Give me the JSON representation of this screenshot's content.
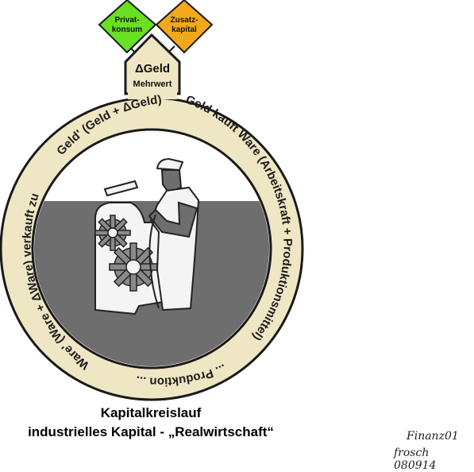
{
  "diagram": {
    "private_consumption": [
      "Privat-",
      "konsum"
    ],
    "additional_capital": [
      "Zusatz-",
      "kapital"
    ],
    "gate": {
      "line1": "ΔGeld",
      "line2": "Mehrwert"
    },
    "ring_text": {
      "top": "Geld' (Geld + ΔGeld)",
      "right": "Geld kauft Ware (Arbeitskraft + Produktionsmittel)",
      "bottom": "... Produktion ...",
      "left": "Ware' (Ware + ΔWare) verkauft zu"
    },
    "colors": {
      "ring_fill": "#efe6c4",
      "green_diamond": "#69e021",
      "orange_diamond": "#f3a81c",
      "figure_dark": "#6e6e6e"
    }
  },
  "caption": {
    "line1": "Kapitalkreislauf",
    "line2": "industrielles Kapital - „Realwirtschaft“"
  },
  "signature": {
    "line1": "Finanz01",
    "line2": "frosch 080914"
  }
}
